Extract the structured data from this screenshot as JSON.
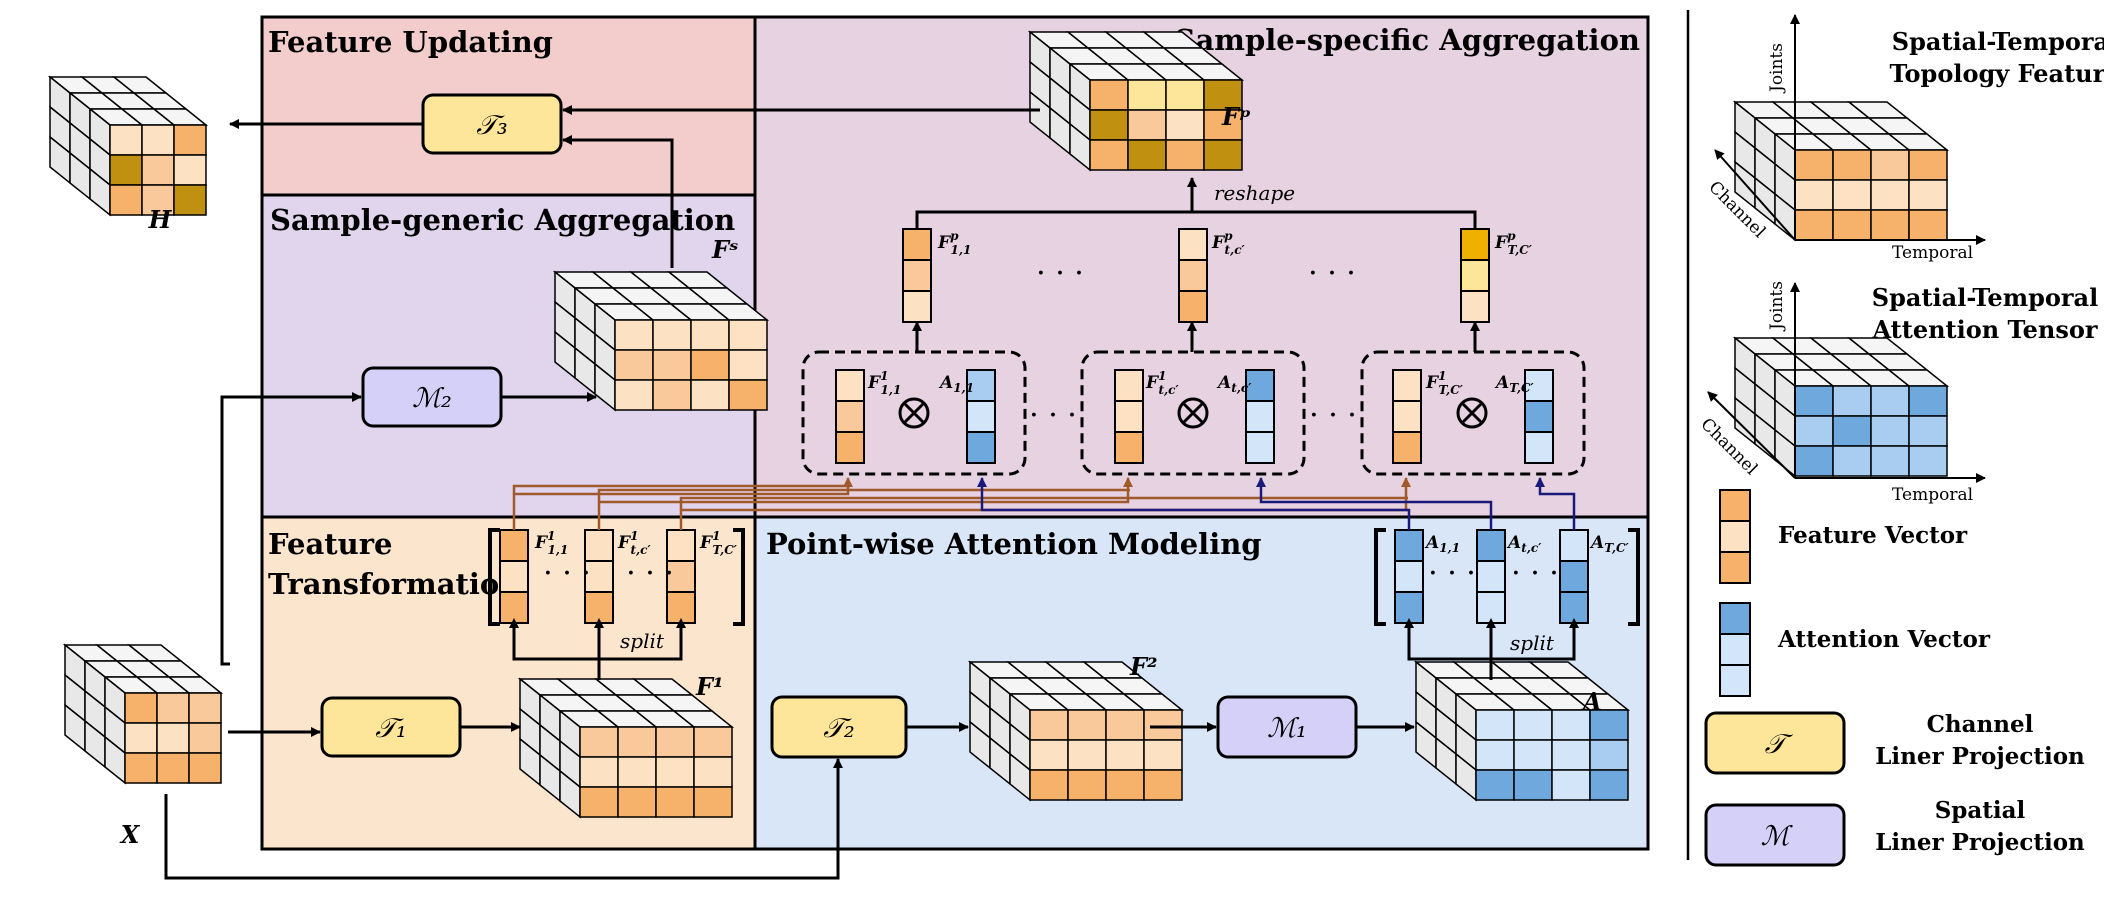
{
  "sections": {
    "feature_updating": "Feature Updating",
    "sample_specific": "Sample-specific Aggregation",
    "sample_generic": "Sample-generic Aggregation",
    "feature_transformation_line1": "Feature",
    "feature_transformation_line2": "Transformation",
    "point_wise": "Point-wise Attention Modeling"
  },
  "tensors": {
    "H": "H",
    "X": "X",
    "F1": "F¹",
    "F2": "F²",
    "Fs": "Fˢ",
    "Fp": "Fᵖ",
    "A": "A"
  },
  "operators": {
    "T1": "𝒯₁",
    "T2": "𝒯₂",
    "T3": "𝒯₃",
    "M1": "ℳ₁",
    "M2": "ℳ₂",
    "otimes": "⊗"
  },
  "annotations": {
    "reshape": "reshape",
    "split": "split",
    "dots": "· · ·"
  },
  "vector_labels": {
    "fp_11": "F",
    "fp_11_sup": "p",
    "fp_11_sub": "1,1",
    "fp_tc": "F",
    "fp_tc_sup": "p",
    "fp_tc_sub": "t,c′",
    "fp_TC": "F",
    "fp_TC_sup": "p",
    "fp_TC_sub": "T,C′",
    "f1_11": "F",
    "f1_11_sup": "1",
    "f1_11_sub": "1,1",
    "f1_tc": "F",
    "f1_tc_sup": "1",
    "f1_tc_sub": "t,c′",
    "f1_TC": "F",
    "f1_TC_sup": "1",
    "f1_TC_sub": "T,C′",
    "a_11": "A",
    "a_11_sub": "1,1",
    "a_tc": "A",
    "a_tc_sub": "t,c′",
    "a_TC": "A",
    "a_TC_sub": "T,C′"
  },
  "legend": {
    "st_feature_line1": "Spatial-Temporal",
    "st_feature_line2": "Topology Feature",
    "st_attention_line1": "Spatial-Temporal",
    "st_attention_line2": "Attention Tensor",
    "axis_joints": "Joints",
    "axis_channel": "Channel",
    "axis_temporal": "Temporal",
    "feature_vector": "Feature Vector",
    "attention_vector": "Attention Vector",
    "t_symbol": "𝒯",
    "m_symbol": "ℳ",
    "channel_line1": "Channel",
    "channel_line2": "Liner Projection",
    "spatial_line1": "Spatial",
    "spatial_line2": "Liner Projection"
  },
  "colors": {
    "feature_updating_bg": "#f3cccc",
    "sample_specific_bg": "#e6d2e0",
    "sample_generic_bg": "#e0d5ec",
    "feature_transformation_bg": "#fce5cd",
    "point_wise_bg": "#d9e6f8",
    "t_box": "#fde599",
    "m_box": "#d4d0f8",
    "orange_dark": "#f6b26b",
    "orange_light": "#fde1c3",
    "orange_mid": "#f9c99b",
    "gold": "#c09010",
    "blue_dark": "#6fa8dc",
    "blue_light": "#d3e6f9",
    "blue_mid": "#a8cdf0",
    "cube_side": "#e8e8e8",
    "cube_top": "#f5f5f5",
    "brown_arrow": "#a0592a",
    "navy_arrow": "#1a1a7a"
  }
}
